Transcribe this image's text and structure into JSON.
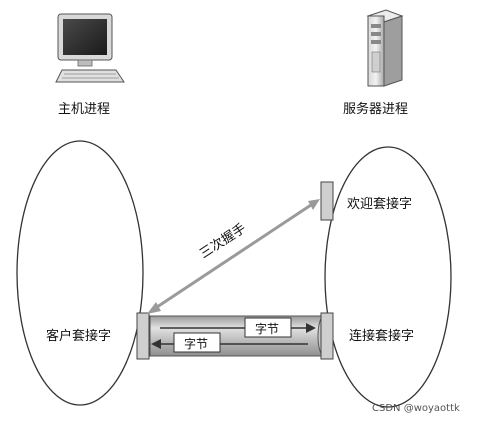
{
  "host_process_label": "主机进程",
  "server_process_label": "服务器进程",
  "welcome_socket_label": "欢迎套接字",
  "client_socket_label": "客户套接字",
  "connection_socket_label": "连接套接字",
  "handshake_label": "三次握手",
  "bytes_right_label": "字节",
  "bytes_left_label": "字节",
  "watermark": "CSDN @woyaottk",
  "icons": [
    "computer-icon",
    "server-tower-icon",
    "arrow-icon"
  ],
  "colors": {
    "arrow": "#9a9a9a",
    "socket_box": "#cfcfcf",
    "pipe_body": "#b8b8b8",
    "pipe_highlight": "#e4e4e4"
  }
}
